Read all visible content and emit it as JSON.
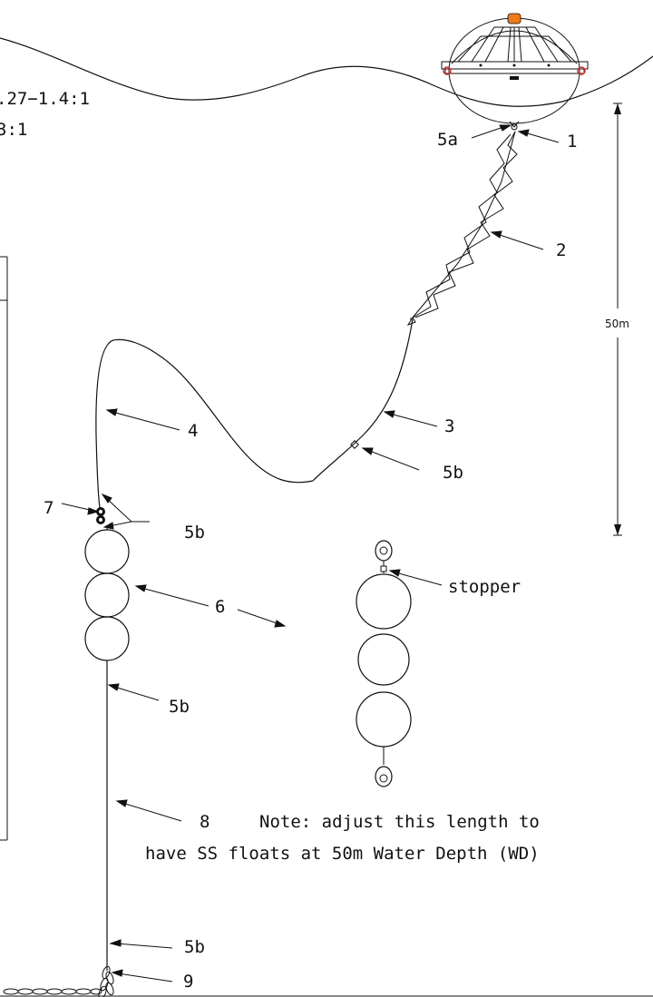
{
  "ratios": {
    "line1": ".27−1.4:1",
    "line2": "3:1"
  },
  "callouts": {
    "c1": "1",
    "c2": "2",
    "c3": "3",
    "c4": "4",
    "c5a": "5a",
    "c5b_a": "5b",
    "c5b_b": "5b",
    "c5b_c": "5b",
    "c5b_d": "5b",
    "c6": "6",
    "c7": "7",
    "c8": "8",
    "c9": "9"
  },
  "dimension": {
    "depth": "50m"
  },
  "detail": {
    "stopper": "stopper"
  },
  "note": {
    "line1": "Note: adjust this length to",
    "line2": "have SS floats at 50m Water Depth (WD)"
  },
  "colors": {
    "ink": "#111111",
    "beacon": "#f07a1a",
    "accent_red": "#d42a2a"
  }
}
